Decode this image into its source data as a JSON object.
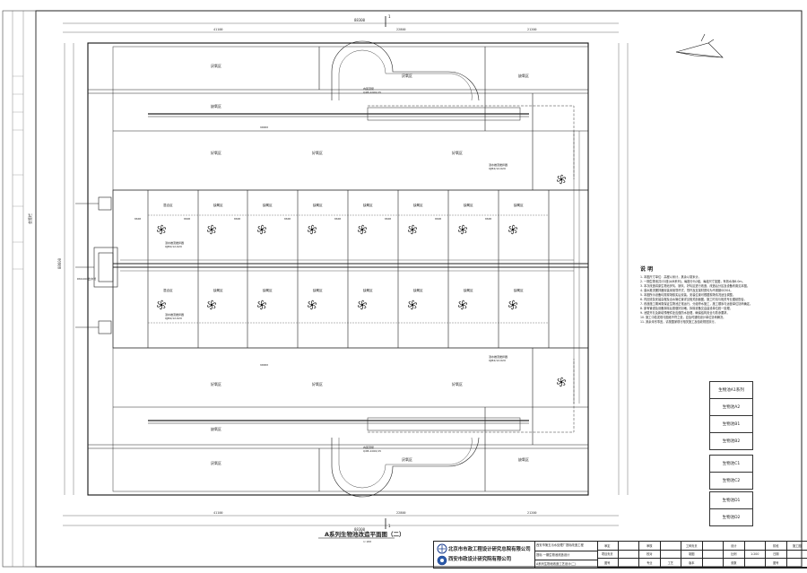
{
  "drawing": {
    "title": "A系列生物池改造平面图（二）",
    "scale": "1:200",
    "overall_width_dim": "88300",
    "overall_height_dim": "88600",
    "top_dims": [
      "41100",
      "22800",
      "21200"
    ],
    "bottom_dims": [
      "41100",
      "22800",
      "21200"
    ],
    "pass_len": "90000",
    "mid_dims": [
      "8600",
      "8600",
      "8600",
      "8600",
      "8600",
      "8600",
      "8600",
      "8600"
    ],
    "zone_labels": {
      "anaerobic": "厌氧区",
      "anoxic": "缺氧区",
      "aerobic": "好氧区",
      "mixing": "混合区"
    },
    "equipment_labels": {
      "mixer": "潜水推流搅拌器",
      "mixer_model": "QJB4/12-620",
      "pump": "内回流泵",
      "pump_model": "QXB-1000/15",
      "pipe": "DN1200出水管"
    },
    "section_marks": [
      "1",
      "1",
      "A",
      "A"
    ]
  },
  "notes": {
    "title": "说 明",
    "items": [
      "1. 本图尺寸单位：高程以米计，其余以毫米计。",
      "2. 一期生物池共计2座(A/B系列)，每座分为2组，每组尺寸如图，有效水深6.0m。",
      "3. 本次改造将原生物池厌氧、缺氧、好氧区进行改造，改造后分区及设备布置见本图。",
      "4. 潜水推流搅拌器安装采用导杆式，导杆及支架材质均为不锈钢SS304。",
      "5. 本图所示设备均需现场核实后安装，安装位置可根据现场情况适当调整。",
      "6. 内回流泵安装高程及出水管位置详见相关剖面图，施工时请与相关专业图纸配合。",
      "7. 改造施工期间需保证生物池正常运行，分组停水施工，施工顺序与运营单位协商确定。",
      "8. 原有管道及设备拆除后需做好封堵，拆除设备交由建设单位统一处理。",
      "9. 池壁开孔及新增预埋件处应做防水处理，确保结构安全与防渗要求。",
      "10. 施工中若发现与图纸不符之处，应及时通知设计单位协商解决。",
      "11. 其余未尽事宜，请按国家现行相关施工及验收规范执行。"
    ]
  },
  "legend": {
    "groups": [
      [
        "生物池A1系列",
        "生物池A2"
      ],
      [
        "生物池B1",
        "生物池B2"
      ],
      [
        "生物池C1",
        "生物池C2"
      ],
      [
        "生物池D1",
        "生物池D2"
      ]
    ]
  },
  "title_block": {
    "company_1": "北京市市政工程设计研究总院有限公司",
    "company_2": "西安市政设计研究院有限公司",
    "project_rows": [
      "西安市第五污水处理厂提标改造工程",
      "提标 一期生物池改造设计",
      "A系列生物池改造工艺设计(二)"
    ],
    "grid_cells": [
      "审定",
      "",
      "审核",
      "",
      "工种负责",
      "",
      "设计",
      "",
      "阶段",
      "施工图",
      "项目负责",
      "",
      "校对",
      "",
      "制图",
      "",
      "比例",
      "1:200",
      "日期",
      "",
      "图号",
      "",
      "专业",
      "工艺",
      "版本",
      "",
      "张数",
      "",
      "图号",
      ""
    ]
  },
  "left_margin_label": "会签栏"
}
